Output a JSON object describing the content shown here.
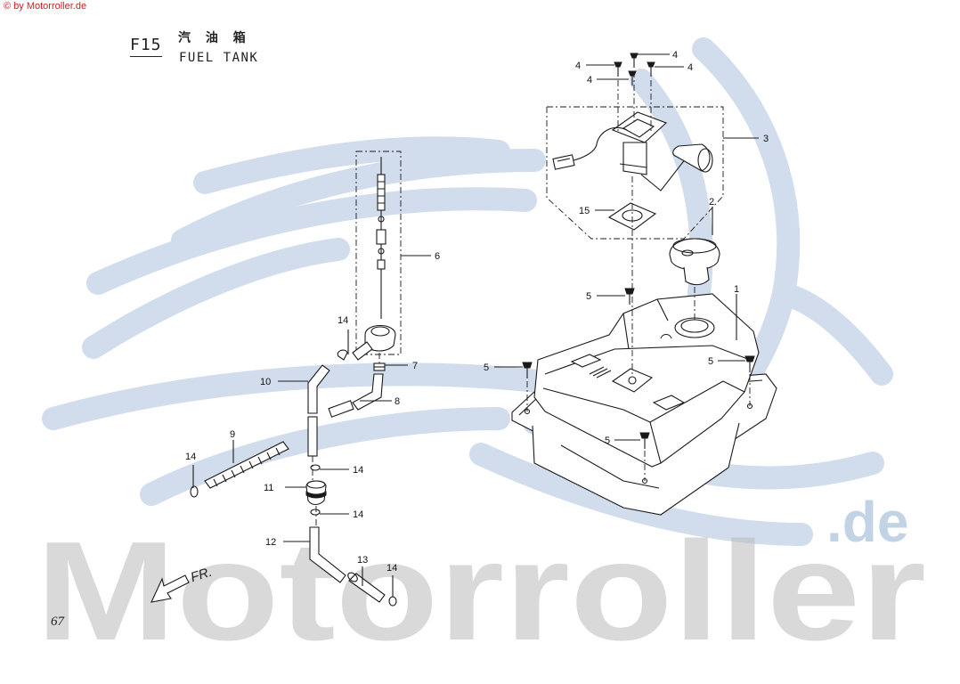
{
  "watermark": {
    "copyright": "© by Motorroller.de",
    "brand": "Motorroller",
    "tld": ".de"
  },
  "header": {
    "section_code": "F15",
    "title_cn": "汽 油 箱",
    "title_en": "FUEL TANK"
  },
  "direction_label": "FR.",
  "page_number": "67",
  "callouts": {
    "c1": "1",
    "c2": "2",
    "c3": "3",
    "c4a": "4",
    "c4b": "4",
    "c4c": "4",
    "c4d": "4",
    "c5a": "5",
    "c5b": "5",
    "c5c": "5",
    "c5d": "5",
    "c6": "6",
    "c7": "7",
    "c8": "8",
    "c9": "9",
    "c10": "10",
    "c11": "11",
    "c12": "12",
    "c13": "13",
    "c14a": "14",
    "c14b": "14",
    "c14c": "14",
    "c14d": "14",
    "c14e": "14",
    "c15": "15"
  }
}
